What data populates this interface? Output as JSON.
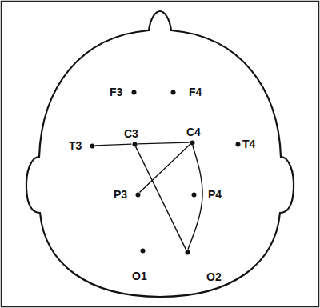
{
  "diagram": {
    "nodes": [
      {
        "text": [
          "F3"
        ]
      },
      {
        "text": [
          "F4"
        ]
      },
      {
        "text": [
          "T3"
        ]
      },
      {
        "text": [
          "C3"
        ]
      },
      {
        "text": [
          "C4"
        ]
      },
      {
        "text": [
          "T4"
        ]
      },
      {
        "text": [
          "P3"
        ]
      },
      {
        "text": [
          "P4"
        ]
      },
      {
        "text": [
          "O1"
        ]
      },
      {
        "text": [
          "O2"
        ]
      }
    ],
    "edges": [
      {
        "from": 2,
        "to": 3,
        "arrow": "none"
      },
      {
        "from": 3,
        "to": 4,
        "arrow": "none"
      },
      {
        "from": 3,
        "to": 9,
        "arrow": "none"
      },
      {
        "from": 4,
        "to": 6,
        "arrow": "none"
      },
      {
        "from": 4,
        "to": 9,
        "arrow": "none"
      }
    ]
  }
}
